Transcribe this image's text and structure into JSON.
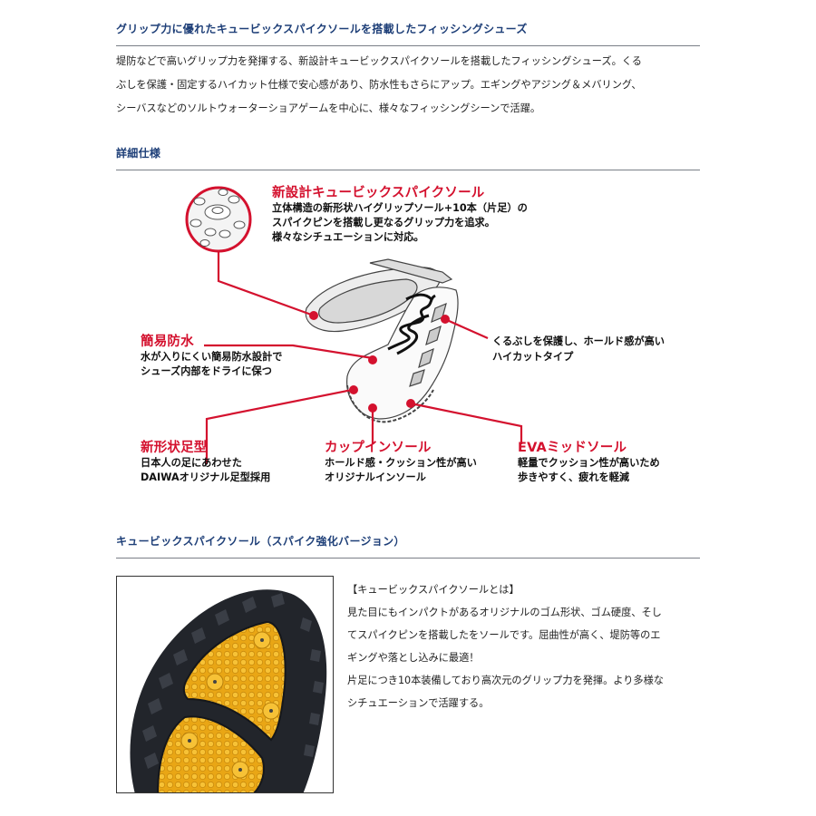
{
  "sections": {
    "intro": {
      "heading": "グリップ力に優れたキュービックスパイクソールを搭載したフィッシングシューズ",
      "lines": [
        "堤防などで高いグリップ力を発揮する、新設計キュービックスパイクソールを搭載したフィッシングシューズ。くる",
        "ぶしを保護・固定するハイカット仕様で安心感があり、防水性もさらにアップ。エギングやアジング＆メバリング、",
        "シーバスなどのソルトウォーターショアゲームを中心に、様々なフィッシングシーンで活躍。"
      ]
    },
    "specs": {
      "heading": "詳細仕様",
      "callouts": {
        "spike_sole": {
          "title": "新設計キュービックスパイクソール",
          "lines": [
            "立体構造の新形状ハイグリップソール+10本（片足）の",
            "スパイクピンを搭載し更なるグリップ力を追求。",
            "様々なシチュエーションに対応。"
          ]
        },
        "waterproof": {
          "title": "簡易防水",
          "lines": [
            "水が入りにくい簡易防水設計で",
            "シューズ内部をドライに保つ"
          ]
        },
        "high_cut": {
          "title": "",
          "lines": [
            "くるぶしを保護し、ホールド感が高い",
            "ハイカットタイプ"
          ]
        },
        "last": {
          "title": "新形状足型",
          "lines": [
            "日本人の足にあわせた",
            "DAIWAオリジナル足型採用"
          ]
        },
        "insole": {
          "title": "カップインソール",
          "lines": [
            "ホールド感・クッション性が高い",
            "オリジナルインソール"
          ]
        },
        "eva": {
          "title": "EVAミッドソール",
          "lines": [
            "軽量でクッション性が高いため",
            "歩きやすく、疲れを軽減"
          ]
        }
      },
      "accent_color": "#d4112e"
    },
    "spike_version": {
      "heading": "キュービックスパイクソール（スパイク強化バージョン）",
      "description": {
        "title": "【キュービックスパイクソールとは】",
        "lines": [
          "見た目にもインパクトがあるオリジナルのゴム形状、ゴム硬度、そし",
          "てスパイクピンを搭載したをソールです。屈曲性が高く、堤防等のエ",
          "ギングや落とし込みに最適！",
          "片足につき10本装備しており高次元のグリップ力を発揮。より多様な",
          "シチュエーションで活躍する。"
        ]
      }
    }
  },
  "colors": {
    "heading": "#1e3f78",
    "divider": "#7a7f87",
    "callout_red": "#d4112e",
    "sole_yellow": "#f2b01e",
    "sole_black": "#22252b"
  }
}
